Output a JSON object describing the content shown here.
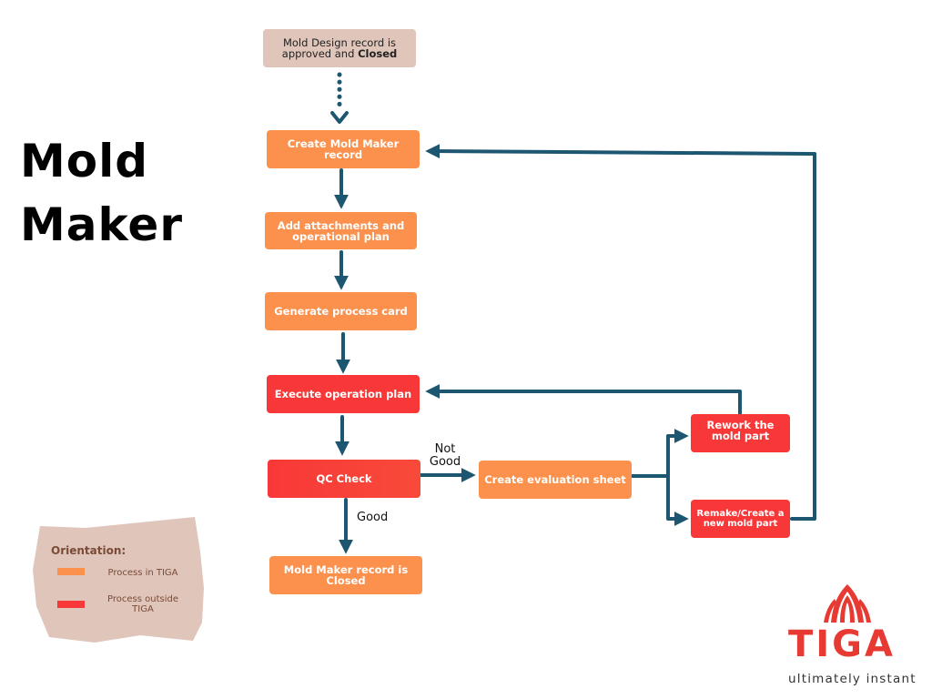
{
  "title": {
    "line1": "Mold",
    "line2": "Maker"
  },
  "nodes": {
    "mold_design_approved": {
      "text_before": "Mold Design record is approved and ",
      "text_bold": "Closed"
    },
    "create_record": "Create Mold Maker record",
    "add_attachments": "Add attachments and operational plan",
    "generate_card": "Generate process card",
    "execute_plan": "Execute operation plan",
    "qc_check": "QC Check",
    "record_closed": "Mold Maker record  is Closed",
    "evaluation_sheet": "Create evaluation sheet",
    "rework": "Rework the mold part",
    "remake": "Remake/Create a new mold part"
  },
  "edge_labels": {
    "not_good": "Not Good",
    "good": "Good"
  },
  "legend": {
    "title": "Orientation:",
    "items": [
      {
        "label": "Process  in TIGA",
        "color": "#fc914d"
      },
      {
        "label": "Process outside TIGA",
        "color": "#f83838"
      }
    ]
  },
  "logo": {
    "name": "TIGA",
    "tagline": "ultimately instant"
  },
  "colors": {
    "orange": "#fc914d",
    "red": "#f83838",
    "beige": "#dfc5ba",
    "arrow": "#1d5670",
    "logo": "#e73a33"
  }
}
